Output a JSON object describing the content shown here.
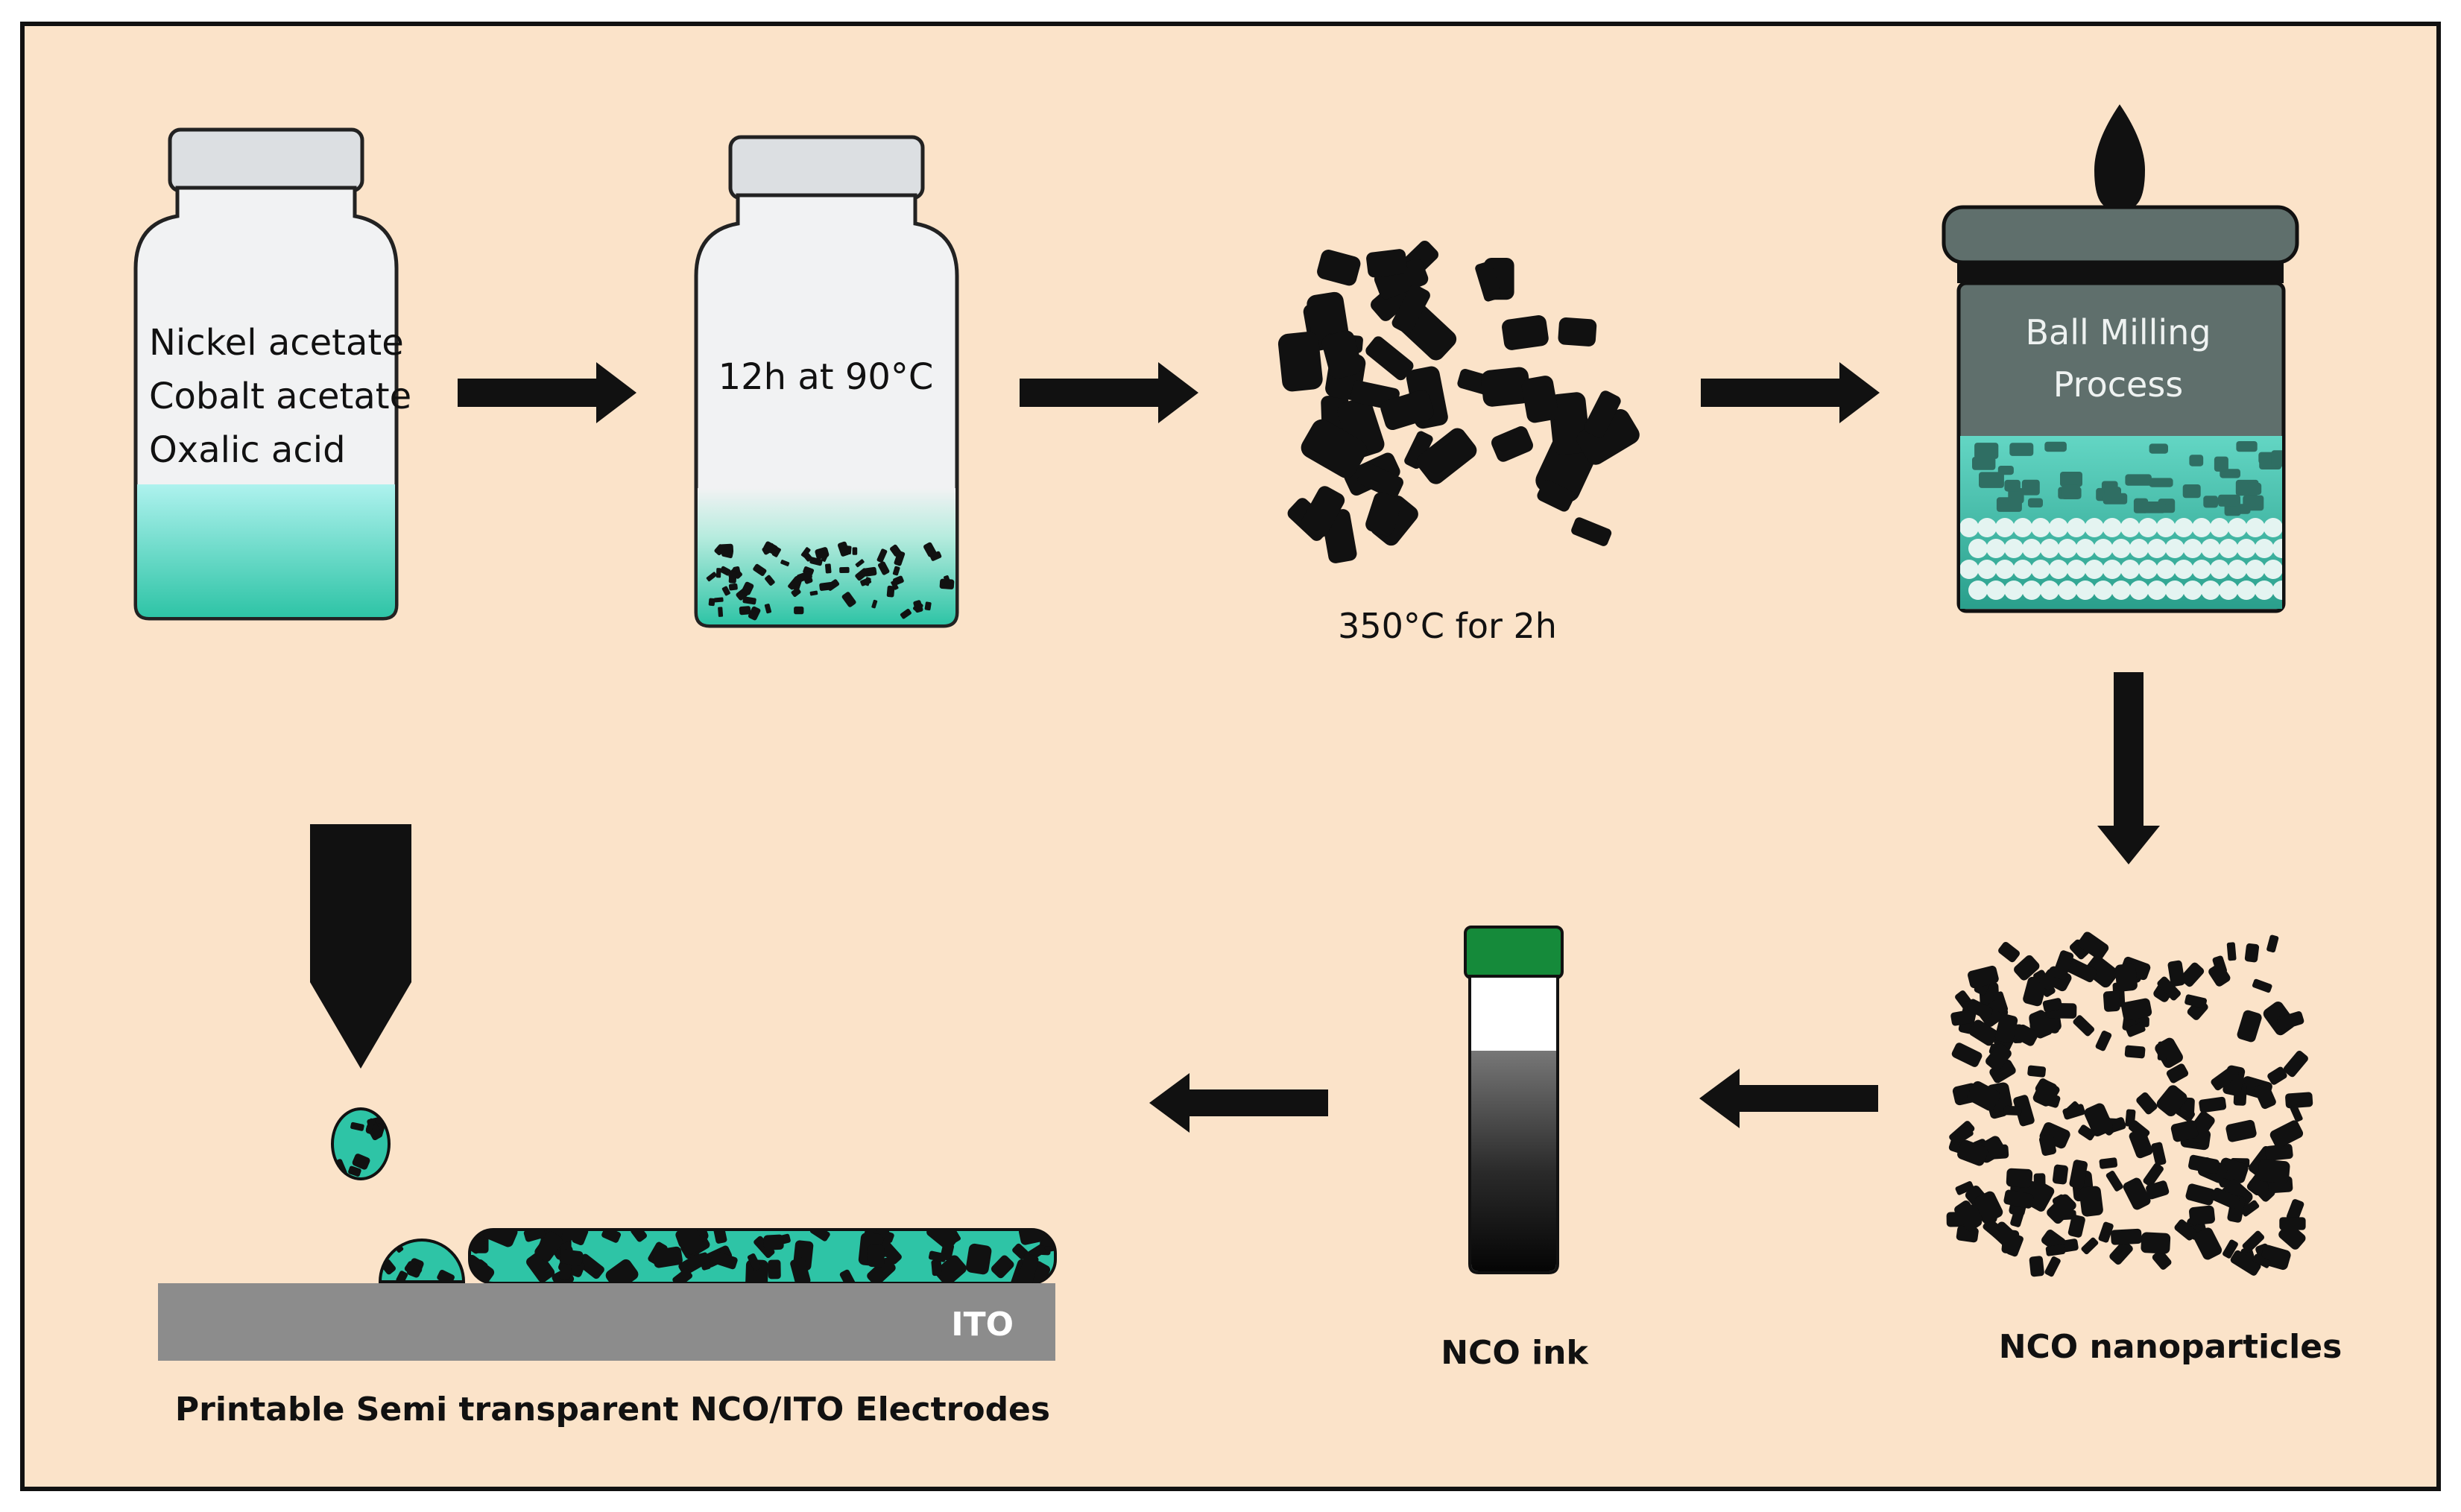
{
  "colors": {
    "background": "#fbe3c9",
    "frame": "#111111",
    "teal": "#2ec4a6",
    "teal_light": "#aef2ee",
    "teal_dark": "#1a8e7a",
    "jar_body": "#f1f2f3",
    "jar_cap": "#dcdfe2",
    "mill_body": "#5f6f6c",
    "ink_cap": "#158a3a",
    "substrate": "#8c8c8c"
  },
  "steps": {
    "precursor_vial": {
      "line1": "Nickel acetate",
      "line2": "Cobalt acetate",
      "line3": "Oxalic acid"
    },
    "heated_vial": {
      "label": "12h at 90°C"
    },
    "calcination": {
      "label": "350°C for 2h"
    },
    "ball_mill": {
      "line1": "Ball Milling",
      "line2": "Process"
    },
    "nanoparticles": {
      "label": "NCO nanoparticles"
    },
    "ink": {
      "label": "NCO ink"
    },
    "electrode": {
      "substrate_label": "ITO",
      "label": "Printable Semi transparent NCO/ITO Electrodes"
    }
  },
  "icons": {
    "arrow": "arrow-icon",
    "nozzle": "print-nozzle-icon",
    "droplet": "ink-droplet-icon"
  }
}
